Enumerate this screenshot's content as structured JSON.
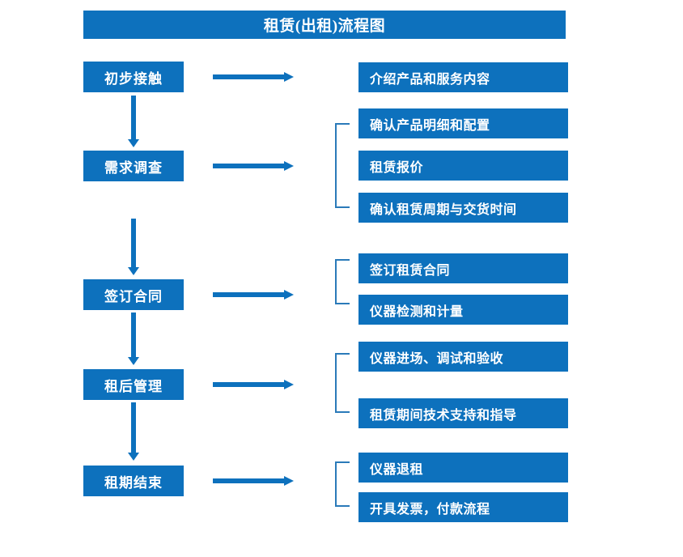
{
  "diagram": {
    "title": "租赁(出租)流程图",
    "accent_color": "#0d71bd",
    "bracket_color": "#2a7ab9",
    "text_color": "#ffffff",
    "background_color": "#ffffff",
    "stages": [
      {
        "label": "初步接触"
      },
      {
        "label": "需求调查"
      },
      {
        "label": "签订合同"
      },
      {
        "label": "租后管理"
      },
      {
        "label": "租期结束"
      }
    ],
    "details": [
      {
        "label": "介绍产品和服务内容"
      },
      {
        "label": "确认产品明细和配置"
      },
      {
        "label": "租赁报价"
      },
      {
        "label": "确认租赁周期与交货时间"
      },
      {
        "label": "签订租赁合同"
      },
      {
        "label": "仪器检测和计量"
      },
      {
        "label": "仪器进场、调试和验收"
      },
      {
        "label": "租赁期间技术支持和指导"
      },
      {
        "label": "仪器退租"
      },
      {
        "label": "开具发票，付款流程"
      }
    ],
    "groups": [
      {
        "stage": "需求调查",
        "members": [
          "确认产品明细和配置",
          "租赁报价",
          "确认租赁周期与交货时间"
        ]
      },
      {
        "stage": "签订合同",
        "members": [
          "签订租赁合同",
          "仪器检测和计量"
        ]
      },
      {
        "stage": "租后管理",
        "members": [
          "仪器进场、调试和验收",
          "租赁期间技术支持和指导"
        ]
      },
      {
        "stage": "租期结束",
        "members": [
          "仪器退租",
          "开具发票，付款流程"
        ]
      }
    ],
    "flow_sequence": [
      "初步接触",
      "需求调查",
      "签订合同",
      "租后管理",
      "租期结束"
    ]
  }
}
